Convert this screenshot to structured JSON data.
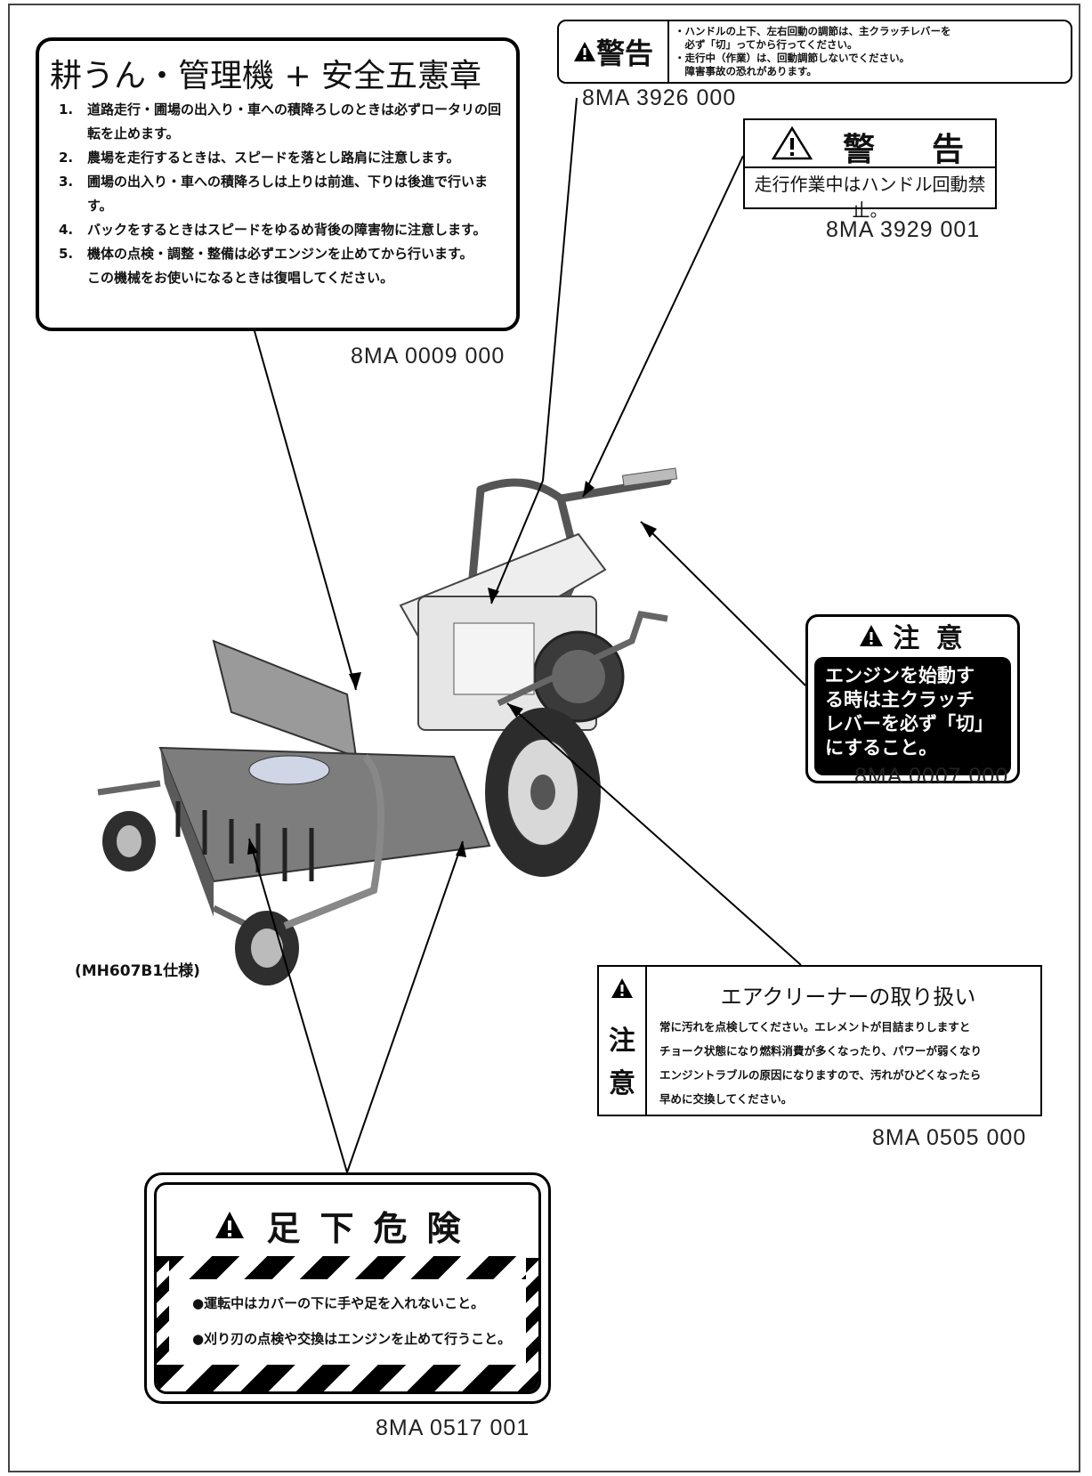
{
  "labels": {
    "safety_five": {
      "title": "耕うん・管理機 + 安全五憲章",
      "items": [
        {
          "num": "1.",
          "text": "道路走行・圃場の出入り・車への積降ろしのときは必ずロータリの回転を止めます。"
        },
        {
          "num": "2.",
          "text": "農場を走行するときは、スピードを落とし路肩に注意します。"
        },
        {
          "num": "3.",
          "text": "圃場の出入り・車への積降ろしは上りは前進、下りは後進で行います。"
        },
        {
          "num": "4.",
          "text": "バックをするときはスピードをゆるめ背後の障害物に注意します。"
        },
        {
          "num": "5.",
          "text": "機体の点検・調整・整備は必ずエンジンを止めてから行います。"
        }
      ],
      "closing": "この機械をお使いになるときは復唱してください。",
      "code": "8MA 0009 000"
    },
    "handle_warning": {
      "head": "警告",
      "lines": [
        "・ハンドルの上下、左右回動の調節は、主クラッチレバーを",
        "　必ず「切」ってから行ってください。",
        "・走行中（作業）は、回動調節しないでください。",
        "　障害事故の恐れがあります。"
      ],
      "code": "8MA 3926 000"
    },
    "rotation_warning": {
      "head": "警　告",
      "text": "走行作業中はハンドル回動禁止。",
      "code": "8MA 3929 001"
    },
    "engine_caution": {
      "head": "注 意",
      "lines": [
        "エンジンを始動す",
        "る時は主クラッチ",
        "レバーを必ず「切」",
        "にすること。"
      ],
      "code": "8MA 0007 000"
    },
    "air_cleaner": {
      "side": [
        "注",
        "意"
      ],
      "title": "エアクリーナーの取り扱い",
      "lines": [
        "常に汚れを点検してください。エレメントが目詰まりしますと",
        "チョーク状態になり燃料消費が多くなったり、パワーが弱くなり",
        "エンジントラブルの原因になりますので、汚れがひどくなったら",
        "早めに交換してください。"
      ],
      "code": "8MA 0505 000"
    },
    "foot_danger": {
      "head": "足下危険",
      "lines": [
        "●運転中はカバーの下に手や足を入れないこと。",
        "●刈り刃の点検や交換はエンジンを止めて行うこと。"
      ],
      "code": "8MA 0517 001"
    }
  },
  "spec_note": "(MH607B1仕様)",
  "colors": {
    "ink": "#111111",
    "paper": "#ffffff",
    "machine_body": "#e8e8e8",
    "machine_rotary": "#8a8a8a"
  }
}
